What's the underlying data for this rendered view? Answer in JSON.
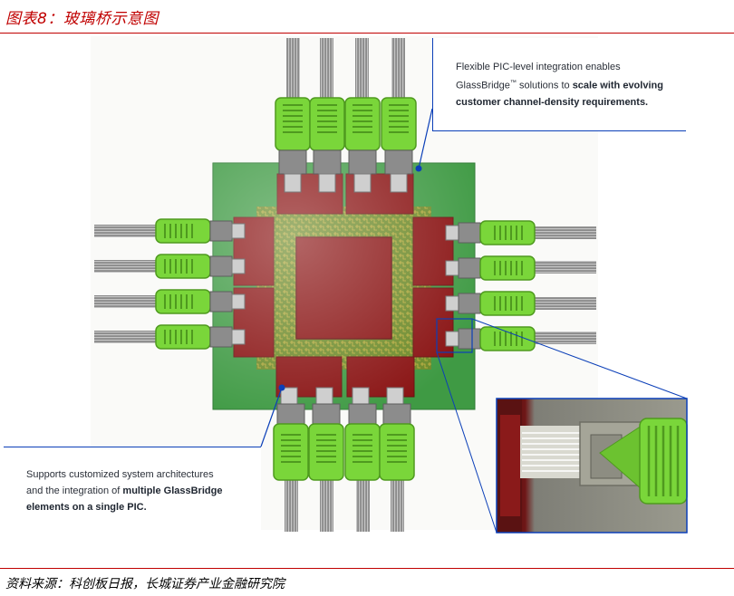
{
  "header": {
    "figure_title": "图表8：玻璃桥示意图"
  },
  "callouts": {
    "top": {
      "line1": "Flexible PIC-level integration enables",
      "line2_pre": "GlassBridge",
      "line2_tm": "™",
      "line2_mid": " solutions to ",
      "line2_bold": "scale with evolving",
      "line3_bold": "customer channel-density requirements."
    },
    "left": {
      "line1": "Supports customized system architectures",
      "line2_pre": "and the integration of ",
      "line2_bold": "multiple GlassBridge",
      "line3_bold": "elements on a single PIC."
    }
  },
  "footer": {
    "source_note": "资料来源：科创板日报，长城证券产业金融研究院"
  },
  "colors": {
    "accent_red": "#c00000",
    "callout_blue": "#0b3fb8",
    "board_green": "#3f9a44",
    "die_red": "#8a1414",
    "connector_green": "#7ad63a"
  }
}
